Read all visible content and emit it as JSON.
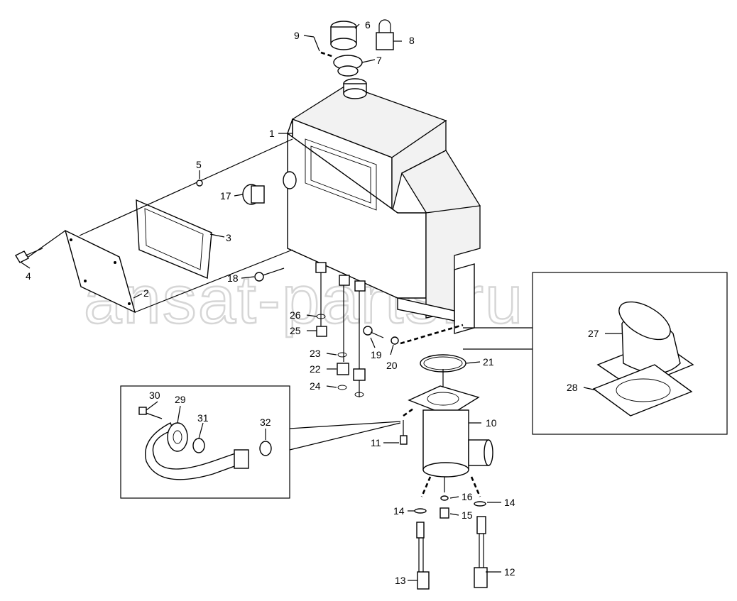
{
  "watermark": "ansat-parts.ru",
  "labels": {
    "p1": "1",
    "p2": "2",
    "p3": "3",
    "p4": "4",
    "p5": "5",
    "p6": "6",
    "p7": "7",
    "p8": "8",
    "p9": "9",
    "p10": "10",
    "p11": "11",
    "p12": "12",
    "p13": "13",
    "p14a": "14",
    "p14b": "14",
    "p15": "15",
    "p16": "16",
    "p17": "17",
    "p18": "18",
    "p19": "19",
    "p20": "20",
    "p21": "21",
    "p22": "22",
    "p23": "23",
    "p24": "24",
    "p25": "25",
    "p26": "26",
    "p27": "27",
    "p28": "28",
    "p29": "29",
    "p30": "30",
    "p31": "31",
    "p32": "32"
  }
}
